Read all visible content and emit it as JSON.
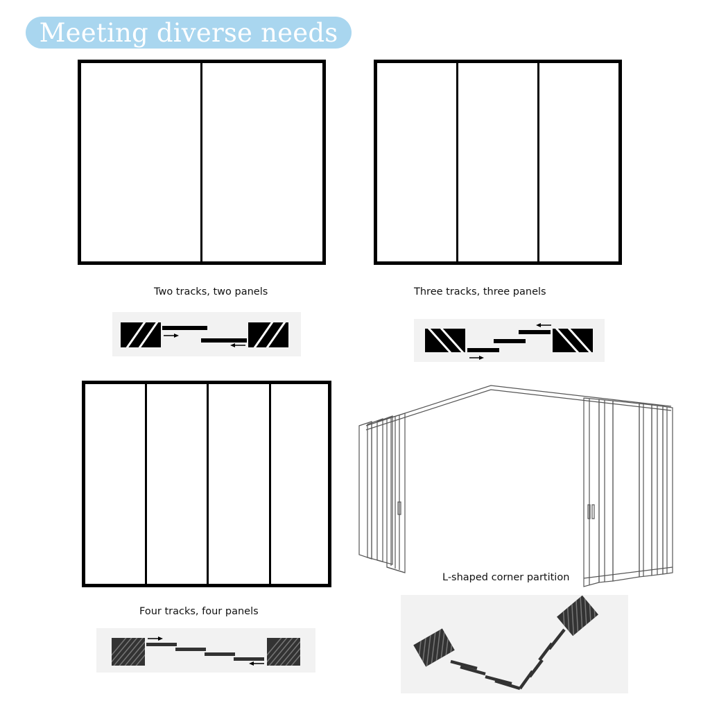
{
  "title": "Meeting diverse needs",
  "configs": [
    {
      "caption": "Two tracks, two panels"
    },
    {
      "caption": "Three tracks, three panels"
    },
    {
      "caption": "Four tracks, four panels"
    },
    {
      "caption": "L-shaped corner partition"
    }
  ],
  "colors": {
    "title_pill": "#a9d6ef",
    "frame": "#000000",
    "track_bg": "#f2f2f2",
    "hatch_dark": "#333333"
  }
}
